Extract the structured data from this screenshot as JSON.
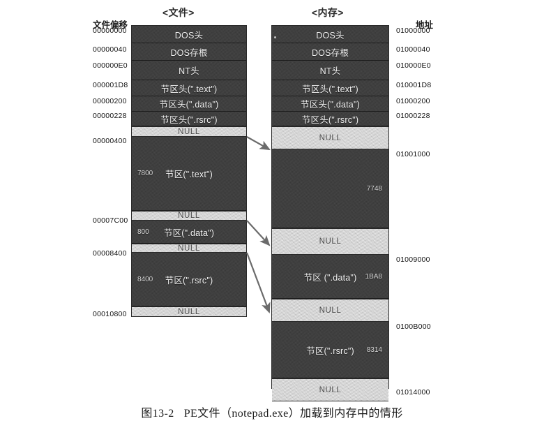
{
  "figure": {
    "caption_number": "图13-2",
    "caption_text": "PE文件（notepad.exe）加载到内存中的情形"
  },
  "file_panel": {
    "header": "<文件>",
    "axis_title": "文件偏移",
    "offsets": [
      "00000000",
      "00000040",
      "000000E0",
      "000001D8",
      "00000200",
      "00000228",
      "00000400",
      "00007C00",
      "00008400",
      "00010800"
    ],
    "blocks": [
      {
        "label": "DOS头",
        "kind": "dark",
        "size": ""
      },
      {
        "label": "DOS存根",
        "kind": "dark",
        "size": ""
      },
      {
        "label": "NT头",
        "kind": "dark",
        "size": ""
      },
      {
        "label": "节区头(\".text\")",
        "kind": "dark",
        "size": ""
      },
      {
        "label": "节区头(\".data\")",
        "kind": "dark",
        "size": ""
      },
      {
        "label": "节区头(\".rsrc\")",
        "kind": "dark",
        "size": ""
      },
      {
        "label": "NULL",
        "kind": "null",
        "size": ""
      },
      {
        "label": "节区(\".text\")",
        "kind": "dark",
        "size": "7800"
      },
      {
        "label": "NULL",
        "kind": "null",
        "size": ""
      },
      {
        "label": "节区(\".data\")",
        "kind": "dark",
        "size": "800"
      },
      {
        "label": "NULL",
        "kind": "null",
        "size": ""
      },
      {
        "label": "节区(\".rsrc\")",
        "kind": "dark",
        "size": "8400"
      },
      {
        "label": "NULL",
        "kind": "null",
        "size": ""
      }
    ]
  },
  "memory_panel": {
    "header": "<内存>",
    "axis_title": "地址",
    "addresses": [
      "01000000",
      "01000040",
      "010000E0",
      "010001D8",
      "01000200",
      "01000228",
      "01001000",
      "01009000",
      "0100B000",
      "01014000"
    ],
    "blocks": [
      {
        "label": "DOS头",
        "kind": "dark",
        "size": ""
      },
      {
        "label": "DOS存根",
        "kind": "dark",
        "size": ""
      },
      {
        "label": "NT头",
        "kind": "dark",
        "size": ""
      },
      {
        "label": "节区头(\".text\")",
        "kind": "dark",
        "size": ""
      },
      {
        "label": "节区头(\".data\")",
        "kind": "dark",
        "size": ""
      },
      {
        "label": "节区头(\".rsrc\")",
        "kind": "dark",
        "size": ""
      },
      {
        "label": "NULL",
        "kind": "null",
        "size": ""
      },
      {
        "label": "",
        "kind": "dark",
        "size": "7748"
      },
      {
        "label": "NULL",
        "kind": "null",
        "size": ""
      },
      {
        "label": "节区 (\".data\")",
        "kind": "dark",
        "size": "1BA8"
      },
      {
        "label": "NULL",
        "kind": "null",
        "size": ""
      },
      {
        "label": "节区(\".rsrc\")",
        "kind": "dark",
        "size": "8314"
      },
      {
        "label": "NULL",
        "kind": "null",
        "size": ""
      }
    ]
  },
  "mapping_arrows": [
    {
      "from": "file .text section start",
      "to": "memory .text section start"
    },
    {
      "from": "file .data section start",
      "to": "memory .data section start"
    },
    {
      "from": "file .rsrc section start",
      "to": "memory .rsrc section start"
    }
  ],
  "colors": {
    "block_dark": "#3c3c3c",
    "block_null": "#cfcfcf",
    "text_on_dark": "#f2f2f2",
    "text_on_null": "#4a4a4a",
    "arrow": "#6b6b6b",
    "page_background": "#ffffff"
  }
}
